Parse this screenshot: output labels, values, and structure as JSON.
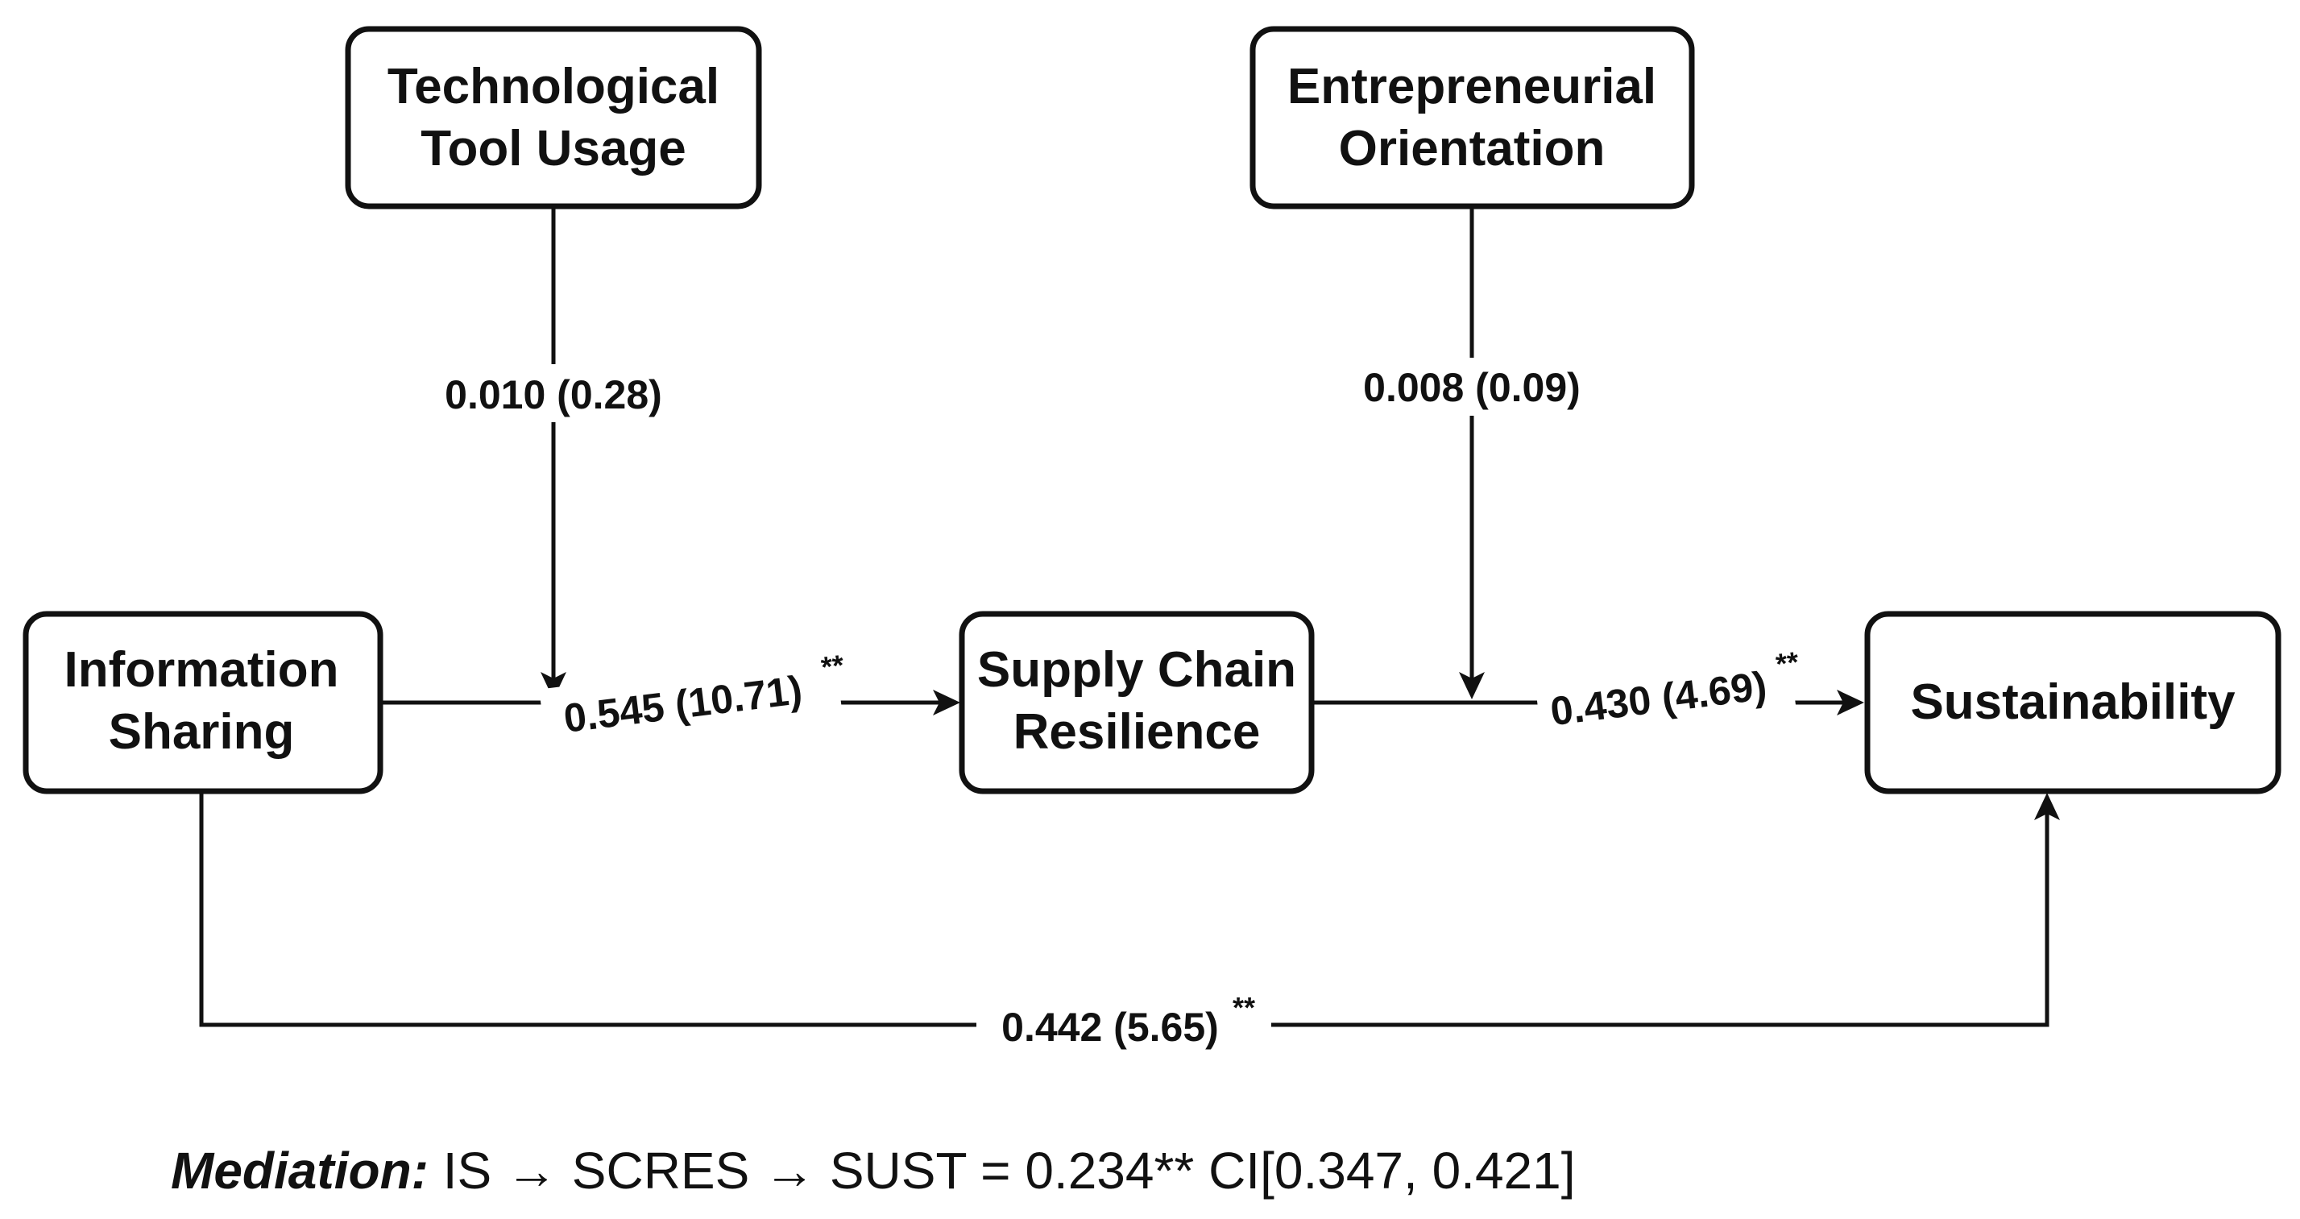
{
  "nodes": {
    "tech_tool_usage": {
      "lines": [
        "Technological",
        "Tool Usage"
      ]
    },
    "entrepreneurial_orientation": {
      "lines": [
        "Entrepreneurial",
        "Orientation"
      ]
    },
    "information_sharing": {
      "lines": [
        "Information",
        "Sharing"
      ]
    },
    "supply_chain_resilience": {
      "lines": [
        "Supply Chain",
        "Resilience"
      ]
    },
    "sustainability": {
      "lines": [
        "Sustainability"
      ]
    }
  },
  "paths": {
    "ttu_moderation": {
      "coef": "0.010 (0.28)",
      "sig": ""
    },
    "eo_moderation": {
      "coef": "0.008 (0.09)",
      "sig": ""
    },
    "is_to_scres": {
      "coef": "0.545 (10.71)",
      "sig": "**"
    },
    "scres_to_sust": {
      "coef": "0.430 (4.69)",
      "sig": "**"
    },
    "is_to_sust": {
      "coef": "0.442 (5.65)",
      "sig": "**"
    }
  },
  "mediation": {
    "label": "Mediation:",
    "text": " IS → SCRES → SUST = 0.234** CI[0.347, 0.421]"
  }
}
